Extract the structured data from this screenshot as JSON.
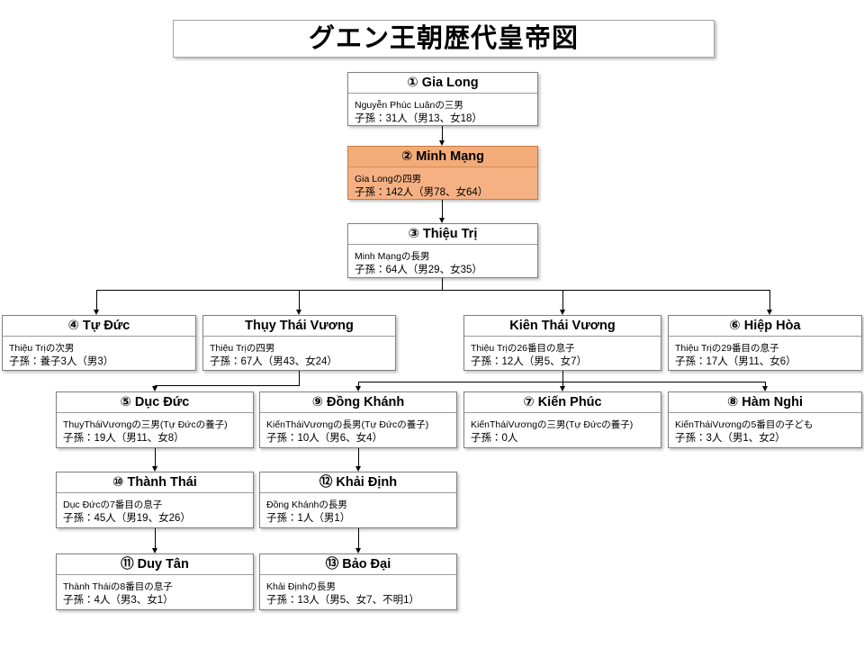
{
  "title": "グエン王朝歴代皇帝図",
  "colors": {
    "highlight": "#F5B183",
    "box_border": "#808080",
    "connector": "#000000",
    "background": "#FFFFFF"
  },
  "nodes": [
    {
      "id": "gia-long",
      "header": "① Gia Long",
      "line1": "Nguyễn Phúc Luânの三男",
      "line2": "子孫：31人（男13、女18）",
      "highlighted": false
    },
    {
      "id": "minh-mang",
      "header": "② Minh Mạng",
      "line1": "Gia Longの四男",
      "line2": "子孫：142人（男78、女64）",
      "highlighted": true
    },
    {
      "id": "thieu-tri",
      "header": "③ Thiệu Trị",
      "line1": "Minh Mạngの長男",
      "line2": "子孫：64人（男29、女35）",
      "highlighted": false
    },
    {
      "id": "tu-duc",
      "header": "④ Tự Đức",
      "line1": "Thiệu Trịの次男",
      "line2": "子孫：養子3人（男3）",
      "highlighted": false
    },
    {
      "id": "thuy-thai-vuong",
      "header": "Thụy Thái Vương",
      "line1": "Thiệu Trịの四男",
      "line2": "子孫：67人（男43、女24）",
      "highlighted": false
    },
    {
      "id": "kien-thai-vuong",
      "header": "Kiên Thái Vương",
      "line1": "Thiệu Trịの26番目の息子",
      "line2": "子孫：12人（男5、女7）",
      "highlighted": false
    },
    {
      "id": "hiep-hoa",
      "header": "⑥ Hiệp Hòa",
      "line1": "Thiệu Trịの29番目の息子",
      "line2": "子孫：17人（男11、女6）",
      "highlighted": false
    },
    {
      "id": "duc-duc",
      "header": "⑤ Dục Đức",
      "line1": "ThụyTháiVươngの三男(Tự Đứcの養子)",
      "line2": "子孫：19人（男11、女8）",
      "highlighted": false
    },
    {
      "id": "dong-khanh",
      "header": "⑨ Đồng Khánh",
      "line1": "KiếnTháiVươngの長男(Tự Đứcの養子)",
      "line2": "子孫：10人（男6、女4）",
      "highlighted": false
    },
    {
      "id": "kien-phuc",
      "header": "⑦ Kiến Phúc",
      "line1": "KiếnTháiVươngの三男(Tự Đứcの養子)",
      "line2": "子孫：0人",
      "highlighted": false
    },
    {
      "id": "ham-nghi",
      "header": "⑧ Hàm Nghi",
      "line1": "KiếnTháiVươngの5番目の子ども",
      "line2": "子孫：3人（男1、女2）",
      "highlighted": false
    },
    {
      "id": "thanh-thai",
      "header": "⑩ Thành Thái",
      "line1": "Dục Đứcの7番目の息子",
      "line2": "子孫：45人（男19、女26）",
      "highlighted": false
    },
    {
      "id": "khai-dinh",
      "header": "⑫ Khải Định",
      "line1": "Đồng Khánhの長男",
      "line2": "子孫：1人（男1）",
      "highlighted": false
    },
    {
      "id": "duy-tan",
      "header": "⑪ Duy Tân",
      "line1": "Thành Tháiの8番目の息子",
      "line2": "子孫：4人（男3、女1）",
      "highlighted": false
    },
    {
      "id": "bao-dai",
      "header": "⑬ Bảo Đại",
      "line1": "Khải Địnhの長男",
      "line2": "子孫：13人（男5、女7、不明1）",
      "highlighted": false
    }
  ]
}
